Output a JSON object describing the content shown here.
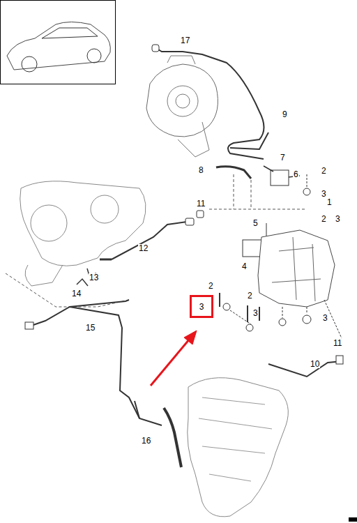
{
  "diagram": {
    "nodes": [
      {
        "text": [
          "3"
        ]
      }
    ],
    "labels": [
      "17",
      "9",
      "7",
      "8",
      "6",
      "2",
      "3",
      "1",
      "11",
      "2",
      "3",
      "5",
      "12",
      "4",
      "13",
      "14",
      "2",
      "2",
      "3",
      "3",
      "15",
      "11",
      "10",
      "16"
    ]
  }
}
